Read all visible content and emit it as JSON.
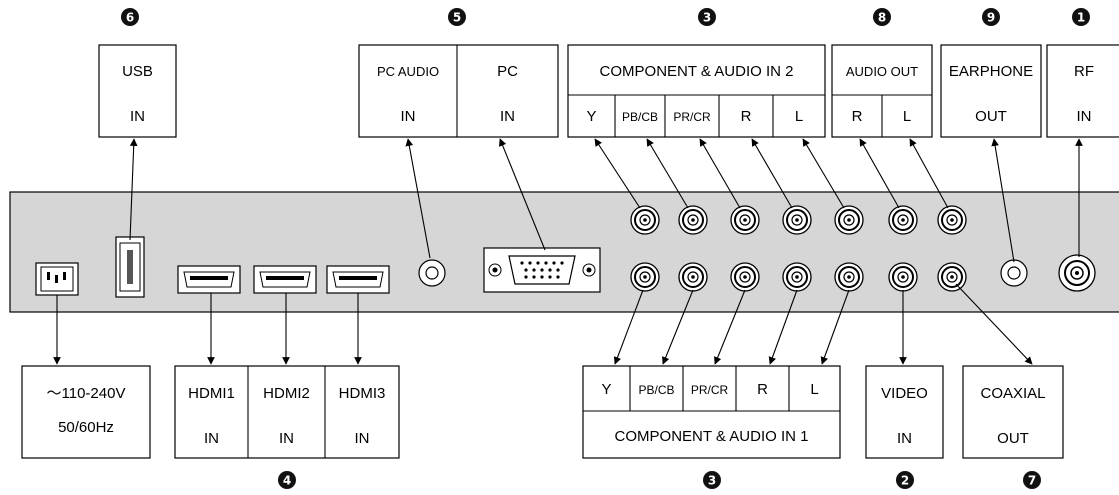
{
  "markers": {
    "m1": "1",
    "m2": "2",
    "m3": "3",
    "m4": "4",
    "m5": "5",
    "m6": "6",
    "m7": "7",
    "m8": "8",
    "m9": "9"
  },
  "labels": {
    "usb_top": "USB",
    "usb_bottom": "IN",
    "pc_audio_top": "PC AUDIO",
    "pc_audio_bottom": "IN",
    "pc_top": "PC",
    "pc_bottom": "IN",
    "comp2_title": "COMPONENT & AUDIO IN 2",
    "comp_y": "Y",
    "comp_pb": "PB/CB",
    "comp_pr": "PR/CR",
    "comp_r": "R",
    "comp_l": "L",
    "audio_out_title": "AUDIO OUT",
    "audio_out_r": "R",
    "audio_out_l": "L",
    "earphone_top": "EARPHONE",
    "earphone_bottom": "OUT",
    "rf_top": "RF",
    "rf_bottom": "IN",
    "power_line1": "～110-240V",
    "power_line2": "50/60Hz",
    "hdmi1_top": "HDMI1",
    "hdmi1_bottom": "IN",
    "hdmi2_top": "HDMI2",
    "hdmi2_bottom": "IN",
    "hdmi3_top": "HDMI3",
    "hdmi3_bottom": "IN",
    "comp1_title": "COMPONENT & AUDIO IN 1",
    "video_top": "VIDEO",
    "video_bottom": "IN",
    "coaxial_top": "COAXIAL",
    "coaxial_bottom": "OUT"
  },
  "colors": {
    "panel": "#d6d6d6",
    "marker": "#111111",
    "line": "#000000"
  }
}
